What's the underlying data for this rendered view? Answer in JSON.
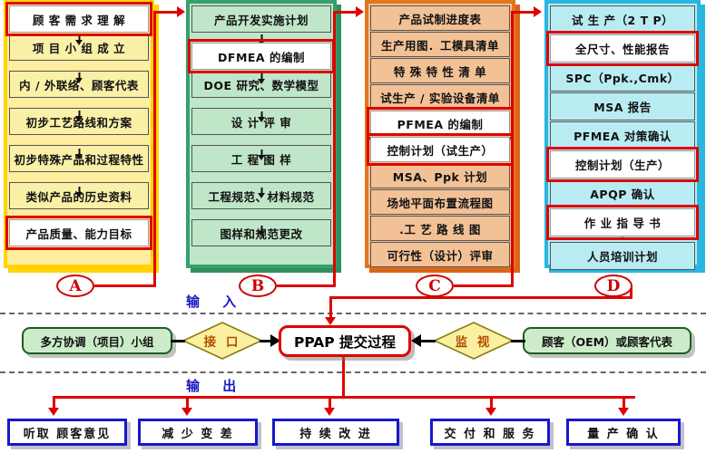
{
  "diagram": {
    "title": "APQP / PPAP Flow",
    "colors": {
      "phase_a": "#fbf0a8",
      "phase_b": "#bfe6c8",
      "phase_c": "#f2c196",
      "phase_d": "#b8ecf2",
      "highlight": "#e00000",
      "connector": "#cc0000",
      "section_label": "#1a1ac0",
      "output_border": "#1818c8",
      "diamond_fill": "#faf0a0",
      "pill_fill": "#ccecc9"
    },
    "phases": [
      {
        "id": "A",
        "label": "A",
        "steps": [
          {
            "text": "顾 客  需 求 理 解",
            "highlight": true
          },
          {
            "text": "项 目 小 组 成 立",
            "highlight": false
          },
          {
            "text": "内 / 外联络、顾客代表",
            "highlight": false
          },
          {
            "text": "初步工艺路线和方案",
            "highlight": false
          },
          {
            "text": "初步特殊产品和过程特性",
            "highlight": false
          },
          {
            "text": "类似产品的历史资料",
            "highlight": false
          },
          {
            "text": "产品质量、能力目标",
            "highlight": true
          }
        ]
      },
      {
        "id": "B",
        "label": "B",
        "steps": [
          {
            "text": "产品开发实施计划",
            "highlight": false
          },
          {
            "text": "DFMEA 的编制",
            "highlight": true
          },
          {
            "text": "DOE 研究、数学模型",
            "highlight": false
          },
          {
            "text": "设 计 评 审",
            "highlight": false
          },
          {
            "text": "工 程 图 样",
            "highlight": false
          },
          {
            "text": "工程规范、材料规范",
            "highlight": false
          },
          {
            "text": "图样和规范更改",
            "highlight": false
          }
        ]
      },
      {
        "id": "C",
        "label": "C",
        "steps": [
          {
            "text": "产品试制进度表",
            "highlight": false
          },
          {
            "text": "生产用图．工模具清单",
            "highlight": false
          },
          {
            "text": "特 殊 特 性 清 单",
            "highlight": false
          },
          {
            "text": "试生产 / 实验设备清单",
            "highlight": false
          },
          {
            "text": "PFMEA 的编制",
            "highlight": true
          },
          {
            "text": "控制计划（试生产）",
            "highlight": true
          },
          {
            "text": "MSA、Ppk 计划",
            "highlight": false
          },
          {
            "text": "场地平面布置流程图",
            "highlight": false
          },
          {
            "text": ".工 艺 路 线 图",
            "highlight": false
          },
          {
            "text": "可行性（设计）评审",
            "highlight": false
          }
        ]
      },
      {
        "id": "D",
        "label": "D",
        "steps": [
          {
            "text": "试 生 产（2 T P）",
            "highlight": false
          },
          {
            "text": "全尺寸、性能报告",
            "highlight": true
          },
          {
            "text": "SPC（Ppk.,Cmk）",
            "highlight": false
          },
          {
            "text": "MSA 报告",
            "highlight": false
          },
          {
            "text": "PFMEA 对策确认",
            "highlight": false
          },
          {
            "text": "控制计划（生产）",
            "highlight": true
          },
          {
            "text": "APQP 确认",
            "highlight": false
          },
          {
            "text": "作 业 指 导 书",
            "highlight": true
          },
          {
            "text": "人员培训计划",
            "highlight": false
          }
        ]
      }
    ],
    "sections": {
      "input_label": "输 入",
      "output_label": "输 出"
    },
    "middle": {
      "left_pill": "多方协调（项目）小组",
      "left_diamond": "接 口",
      "center": "PPAP 提交过程",
      "right_diamond": "监 视",
      "right_pill": "顾客（OEM）或顾客代表"
    },
    "outputs": [
      {
        "text": "听取 顾客意见"
      },
      {
        "text": "减 少 变 差"
      },
      {
        "text": "持 续 改 进"
      },
      {
        "text": "交 付 和 服 务"
      },
      {
        "text": "量 产 确 认"
      }
    ]
  }
}
